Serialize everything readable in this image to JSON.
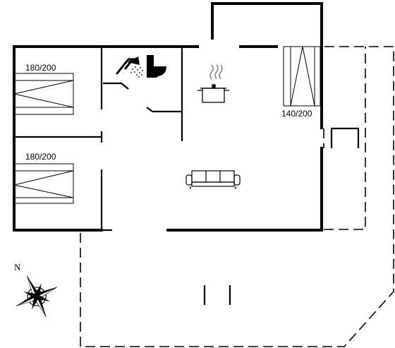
{
  "rooms": {
    "bedroom_1": {
      "bed_label": "180/200"
    },
    "bedroom_2": {
      "bed_label": "180/200"
    },
    "alcove": {
      "bed_label": "140/200"
    }
  },
  "compass": {
    "north_label": "N"
  },
  "icons": {
    "shower": "shower-icon",
    "toilet": "toilet-icon",
    "kitchen": "cooking-pot-icon",
    "sofa": "sofa-icon",
    "compass": "compass-rose-icon"
  },
  "colors": {
    "walls": "#000000",
    "background": "#ffffff"
  }
}
